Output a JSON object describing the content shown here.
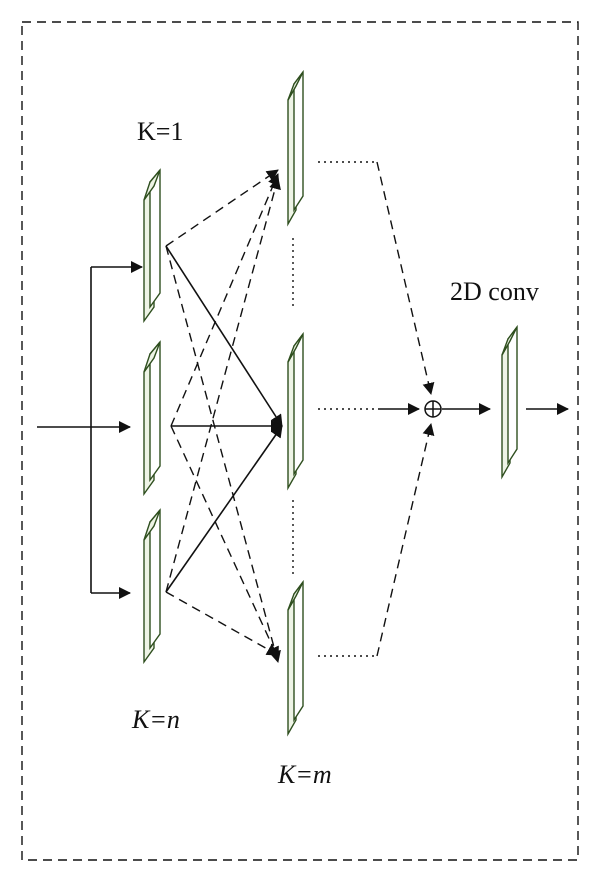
{
  "labels": {
    "k_first": "K=1",
    "k_last_input_prefix": "K=",
    "k_last_input_var": "n",
    "k_last_branch_prefix": "K=",
    "k_last_branch_var": "m",
    "conv": "2D conv"
  },
  "nodes": {
    "sum_symbol": "⊕"
  }
}
